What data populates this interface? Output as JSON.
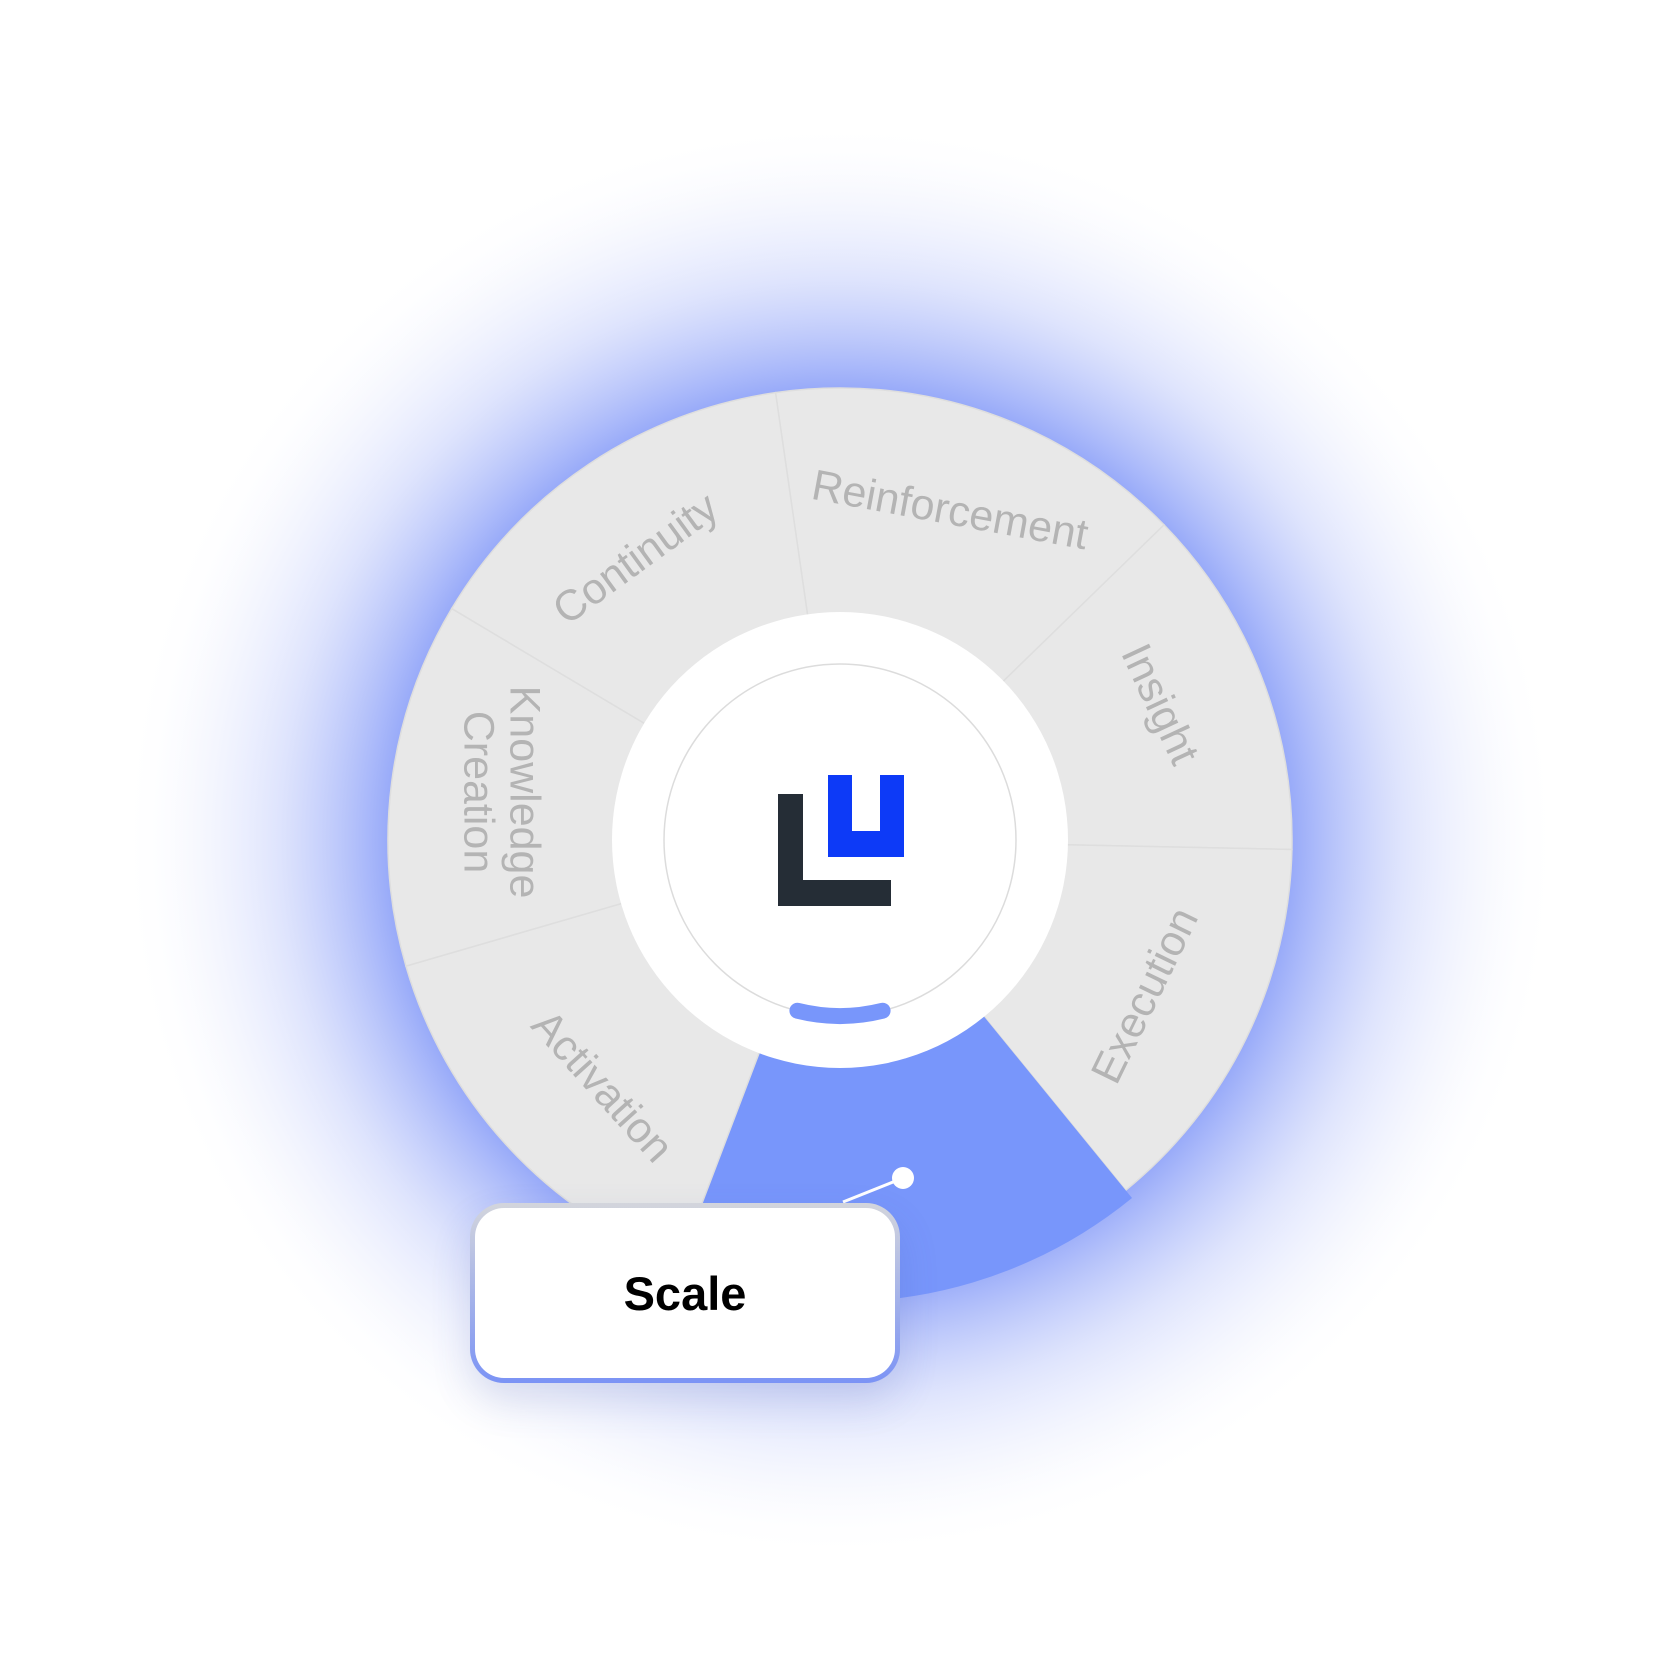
{
  "wheel": {
    "segments": [
      {
        "label": "Reinforcement",
        "active": false
      },
      {
        "label": "Insight",
        "active": false
      },
      {
        "label": "Execution",
        "active": false
      },
      {
        "label": "Scale",
        "active": true
      },
      {
        "label": "Activation",
        "active": false
      },
      {
        "label": "Knowledge Creation",
        "lines": [
          "Knowledge",
          "Creation"
        ],
        "active": false
      },
      {
        "label": "Continuity",
        "active": false
      }
    ]
  },
  "tooltip": {
    "label": "Scale"
  },
  "colors": {
    "segment_fill": "#e8e8e8",
    "segment_label": "#b4b4b4",
    "active_fill": "#7896fb",
    "glow": "#8ea2f8",
    "logo_dark": "#252d36",
    "logo_blue": "#0d3af7"
  },
  "icons": {
    "center_logo": "brand-logo-icon",
    "pointer": "pointer-dot-icon"
  }
}
